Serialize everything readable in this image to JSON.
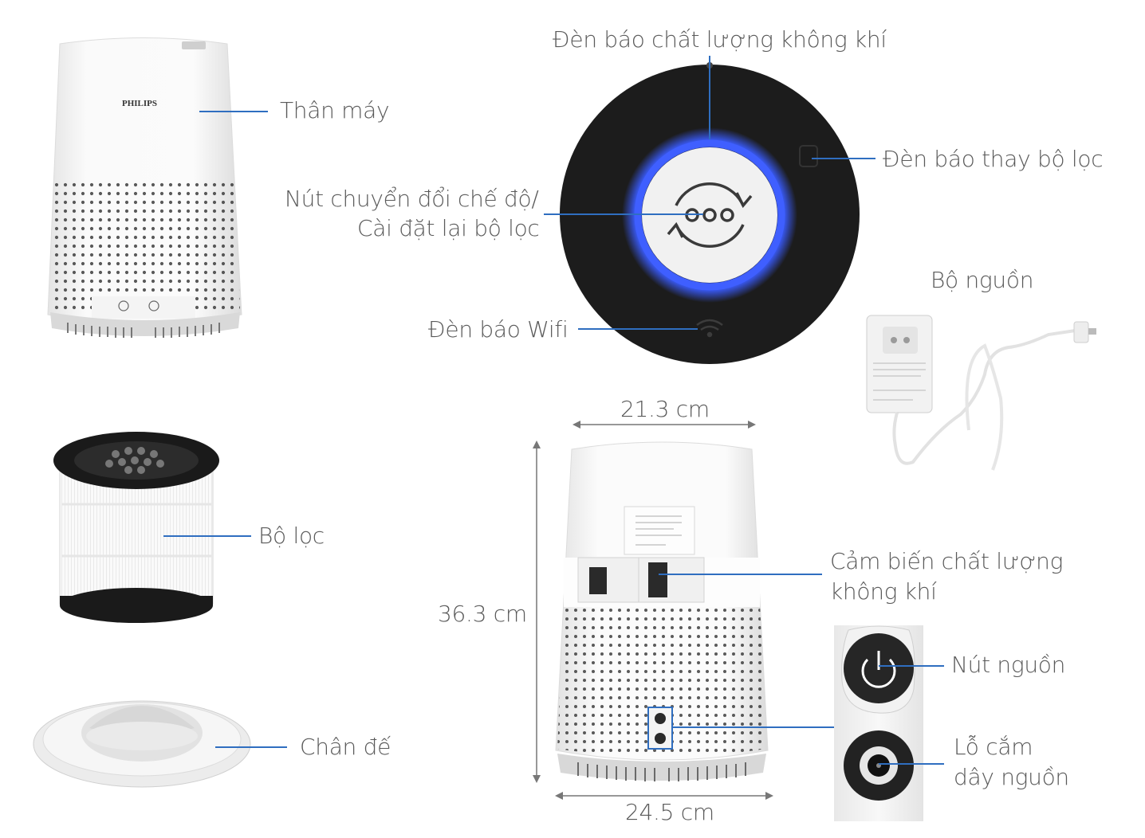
{
  "brand": "PHILIPS",
  "labels": {
    "body": "Thân máy",
    "filter": "Bộ lọc",
    "base": "Chân đế",
    "air_quality_light": "Đèn báo chất lượng không khí",
    "filter_change_light": "Đèn báo thay bộ lọc",
    "mode_button_line1": "Nút chuyển đổi chế độ/",
    "mode_button_line2": "Cài đặt lại bộ lọc",
    "wifi_light": "Đèn báo Wifi",
    "power_adapter": "Bộ nguồn",
    "sensor_line1": "Cảm biến chất lượng",
    "sensor_line2": "không khí",
    "power_button": "Nút nguồn",
    "power_socket_line1": "Lỗ cắm",
    "power_socket_line2": "dây nguồn"
  },
  "dimensions": {
    "width_top": "21.3 cm",
    "height": "36.3 cm",
    "width_bottom": "24.5 cm"
  },
  "colors": {
    "accent_line": "#2f6ec0",
    "ring_blue": "#3a5cff",
    "panel_black": "#1c1c1c",
    "label_text": "#5a5a5a"
  },
  "icons": [
    "mode-cycle-icon",
    "wifi-icon",
    "power-icon",
    "dc-socket-icon",
    "filter-change-icon"
  ]
}
